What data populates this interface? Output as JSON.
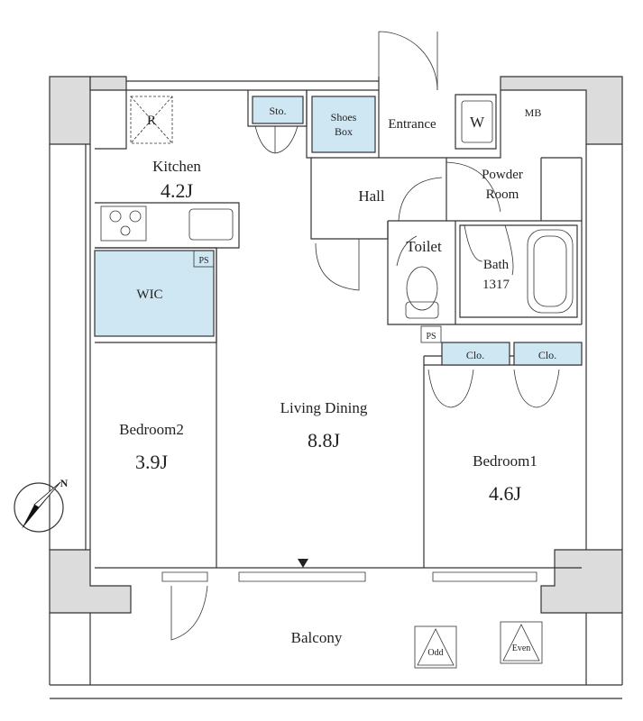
{
  "rooms": {
    "kitchen": {
      "name": "Kitchen",
      "size": "4.2J"
    },
    "storage": "Sto.",
    "shoes_box_line1": "Shoes",
    "shoes_box_line2": "Box",
    "entrance": "Entrance",
    "washer": "W",
    "meter_box": "MB",
    "powder_room_line1": "Powder",
    "powder_room_line2": "Room",
    "hall": "Hall",
    "toilet": "Toilet",
    "bath": {
      "name": "Bath",
      "size": "1317"
    },
    "wic": "WIC",
    "pipe_space_1": "PS",
    "pipe_space_2": "PS",
    "closet_1": "Clo.",
    "closet_2": "Clo.",
    "living_dining": {
      "name": "Living Dining",
      "size": "8.8J"
    },
    "bedroom2": {
      "name": "Bedroom2",
      "size": "3.9J"
    },
    "bedroom1": {
      "name": "Bedroom1",
      "size": "4.6J"
    },
    "balcony": "Balcony",
    "fridge": "R",
    "outdoor_unit_odd": "Odd",
    "outdoor_unit_even": "Even"
  },
  "compass": {
    "label": "N"
  },
  "colors": {
    "storage_fill": "#cfe6f3",
    "wall_fill": "#dcdcdc",
    "line": "#333333"
  }
}
